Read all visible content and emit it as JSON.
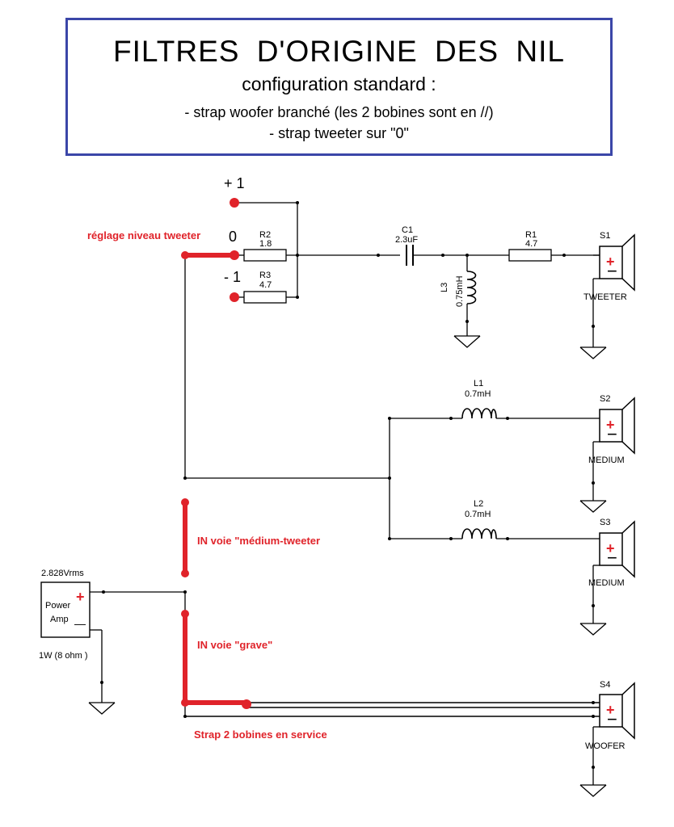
{
  "header": {
    "title": "FILTRES  D'ORIGINE  DES  NIL",
    "subtitle": "configuration standard :",
    "line1": "- strap woofer branché (les 2 bobines sont en //)",
    "line2": "- strap tweeter sur \"0\""
  },
  "tweeter_level": {
    "label": "réglage niveau tweeter",
    "plus1": "+ 1",
    "zero": "0",
    "minus1": "- 1"
  },
  "components": {
    "R2": {
      "name": "R2",
      "value": "1.8"
    },
    "R3": {
      "name": "R3",
      "value": "4.7"
    },
    "C1": {
      "name": "C1",
      "value": "2.3uF"
    },
    "R1": {
      "name": "R1",
      "value": "4.7"
    },
    "L3": {
      "name": "L3",
      "value": "0.75mH"
    },
    "L1": {
      "name": "L1",
      "value": "0.7mH"
    },
    "L2": {
      "name": "L2",
      "value": "0.7mH"
    }
  },
  "speakers": {
    "S1": {
      "name": "S1",
      "label": "TWEETER"
    },
    "S2": {
      "name": "S2",
      "label": "MEDIUM"
    },
    "S3": {
      "name": "S3",
      "label": "MEDIUM"
    },
    "S4": {
      "name": "S4",
      "label": "WOOFER"
    }
  },
  "amp": {
    "voltage": "2.828Vrms",
    "label_line1": "Power",
    "label_line2": "Amp",
    "plus": "+",
    "minus": "—",
    "power": "1W (8 ohm )"
  },
  "annotations": {
    "in_mid_tweeter": "IN voie \"médium-tweeter",
    "in_grave": "IN voie \"grave\"",
    "strap_woofer": "Strap 2 bobines en service"
  },
  "colors": {
    "strap_red": "#e0232a",
    "frame_blue": "#3b46a8",
    "wire": "#000000"
  }
}
